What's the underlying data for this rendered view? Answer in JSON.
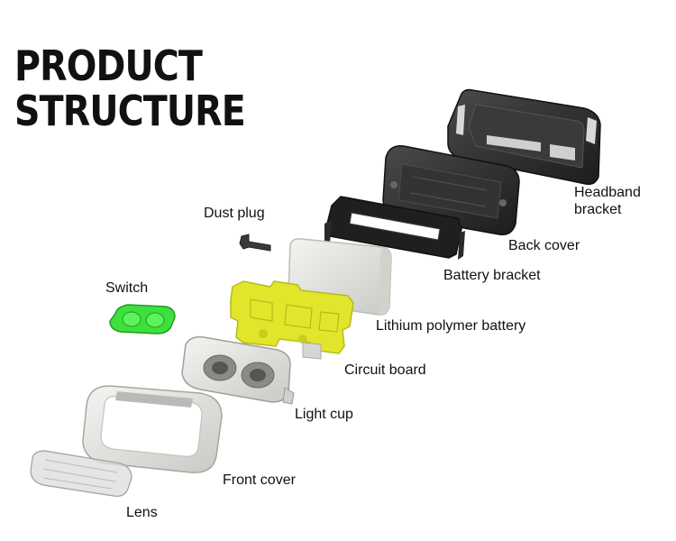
{
  "title": {
    "line1": "PRODUCT",
    "line2": "STRUCTURE"
  },
  "parts": {
    "headband_bracket": {
      "line1": "Headband",
      "line2": "bracket"
    },
    "dust_plug": "Dust plug",
    "back_cover": "Back cover",
    "battery_bracket": "Battery bracket",
    "switch": "Switch",
    "lithium_battery": "Lithium polymer battery",
    "circuit_board": "Circuit board",
    "light_cup": "Light cup",
    "front_cover": "Front cover",
    "lens": "Lens"
  },
  "colors": {
    "switch": "#3ee03e",
    "circuit_board": "#e2e62a",
    "dark_parts": "#2c2c2c",
    "light_parts": "#e6e6e2"
  }
}
